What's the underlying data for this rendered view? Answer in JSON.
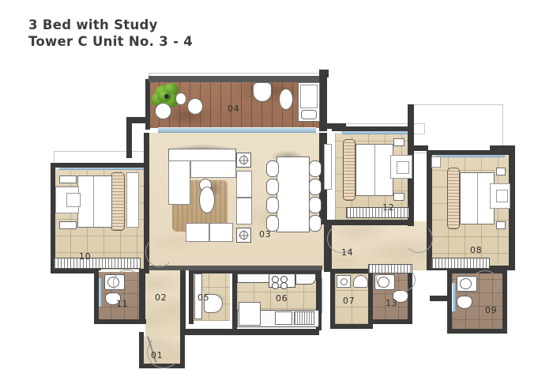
{
  "title": {
    "line1": "3 Bed with Study",
    "line2": "Tower C Unit No. 3 - 4"
  },
  "plan": {
    "type": "residential-floor-plan",
    "orientation": "plan-view",
    "rooms": [
      {
        "id": "01",
        "label": "01",
        "name": "entrance-foyer",
        "floor": "marble"
      },
      {
        "id": "02",
        "label": "02",
        "name": "entry-corridor",
        "floor": "marble"
      },
      {
        "id": "03",
        "label": "03",
        "name": "living-dining",
        "floor": "marble"
      },
      {
        "id": "04",
        "label": "04",
        "name": "deck-balcony",
        "floor": "deck"
      },
      {
        "id": "05",
        "label": "05",
        "name": "powder-room",
        "floor": "tile"
      },
      {
        "id": "06",
        "label": "06",
        "name": "kitchen",
        "floor": "tile"
      },
      {
        "id": "07",
        "label": "07",
        "name": "utility-room",
        "floor": "tile"
      },
      {
        "id": "08",
        "label": "08",
        "name": "bedroom-right",
        "floor": "tile"
      },
      {
        "id": "09",
        "label": "09",
        "name": "bathroom-right",
        "floor": "bath"
      },
      {
        "id": "10",
        "label": "10",
        "name": "bedroom-left",
        "floor": "tile"
      },
      {
        "id": "11",
        "label": "11",
        "name": "bathroom-left",
        "floor": "bath"
      },
      {
        "id": "12",
        "label": "12",
        "name": "master-bedroom",
        "floor": "tile"
      },
      {
        "id": "13",
        "label": "13",
        "name": "bathroom-middle",
        "floor": "bath"
      },
      {
        "id": "14",
        "label": "14",
        "name": "passage-corridor",
        "floor": "marble"
      }
    ],
    "colors": {
      "wall": "#3a3a3a",
      "wall_light": "#585858",
      "marble_floor": "#e9dcc2",
      "tile_floor": "#e0d2b4",
      "bath_floor": "#a08874",
      "deck_floor": "#9f7259",
      "glazing": "#a8c8dc",
      "rug": "#c1a57f",
      "plant_green": "#5f9c27",
      "text": "#2e2e2e",
      "background": "#ffffff"
    },
    "fixtures": {
      "dining_table_seats": 8,
      "beds": 3,
      "sofas": 2,
      "bathrooms": 4,
      "balconies": 1
    }
  }
}
